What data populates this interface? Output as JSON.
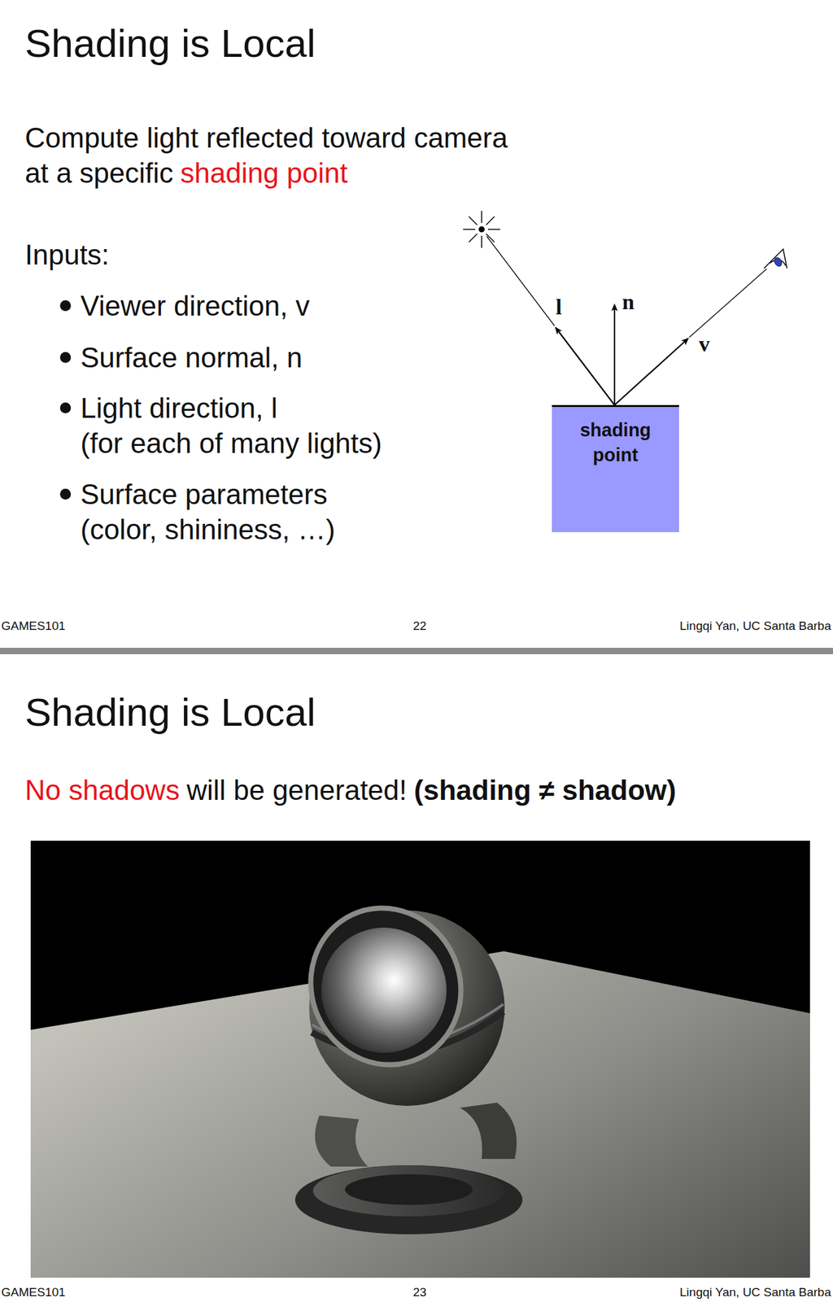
{
  "diagram": {
    "title": "Shading is Local",
    "nodes": [
      {
        "text": [
          "shading point"
        ]
      }
    ],
    "labels": [
      "Compute light reflected toward camera at a specific",
      "shading point",
      "Inputs:",
      "Viewer direction, v",
      "Surface normal, n",
      "Light direction, l (for each of many lights)",
      "Surface parameters (color, shininess, …)",
      "l",
      "n",
      "v",
      "GAMES101",
      "22",
      "Lingqi Yan, UC Santa Barba",
      "Shading is Local",
      "No shadows",
      "will be generated!",
      "(shading ≠ shadow)",
      "GAMES101",
      "23",
      "Lingqi Yan, UC Santa Barba"
    ]
  }
}
